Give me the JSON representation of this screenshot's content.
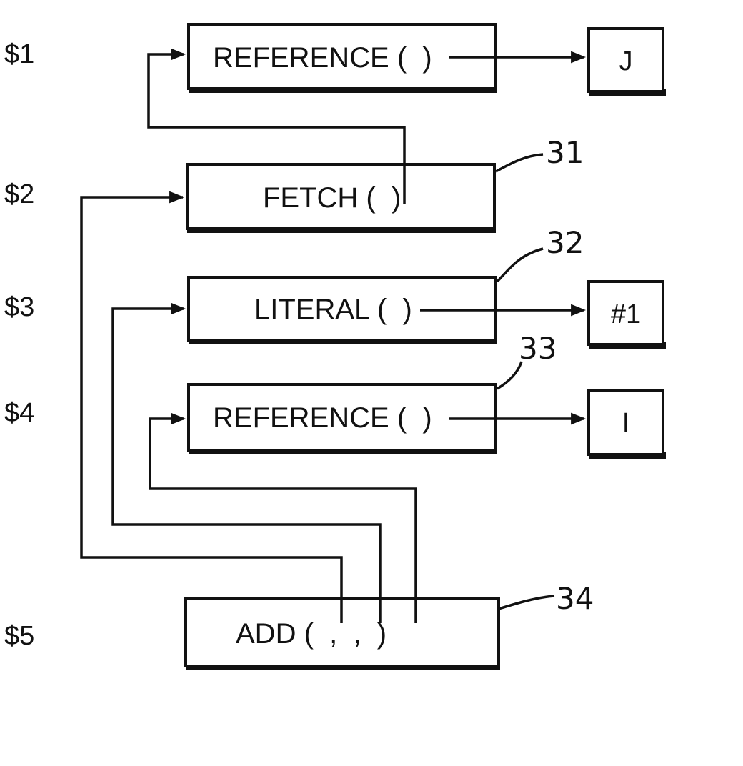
{
  "rows": [
    {
      "label": "$1"
    },
    {
      "label": "$2"
    },
    {
      "label": "$3"
    },
    {
      "label": "$4"
    },
    {
      "label": "$5"
    }
  ],
  "nodes": {
    "reference_j": {
      "text": "REFERENCE (  )"
    },
    "fetch": {
      "text": "FETCH (  )",
      "ref": "31"
    },
    "literal": {
      "text": "LITERAL (  )",
      "ref": "32"
    },
    "reference_i": {
      "text": "REFERENCE (  )",
      "ref": "33"
    },
    "add": {
      "text": "ADD (  ,  ,  )",
      "ref": "34"
    }
  },
  "leaves": {
    "j": {
      "text": "J"
    },
    "literal_value": {
      "text": "#1"
    },
    "i": {
      "text": "I"
    }
  }
}
